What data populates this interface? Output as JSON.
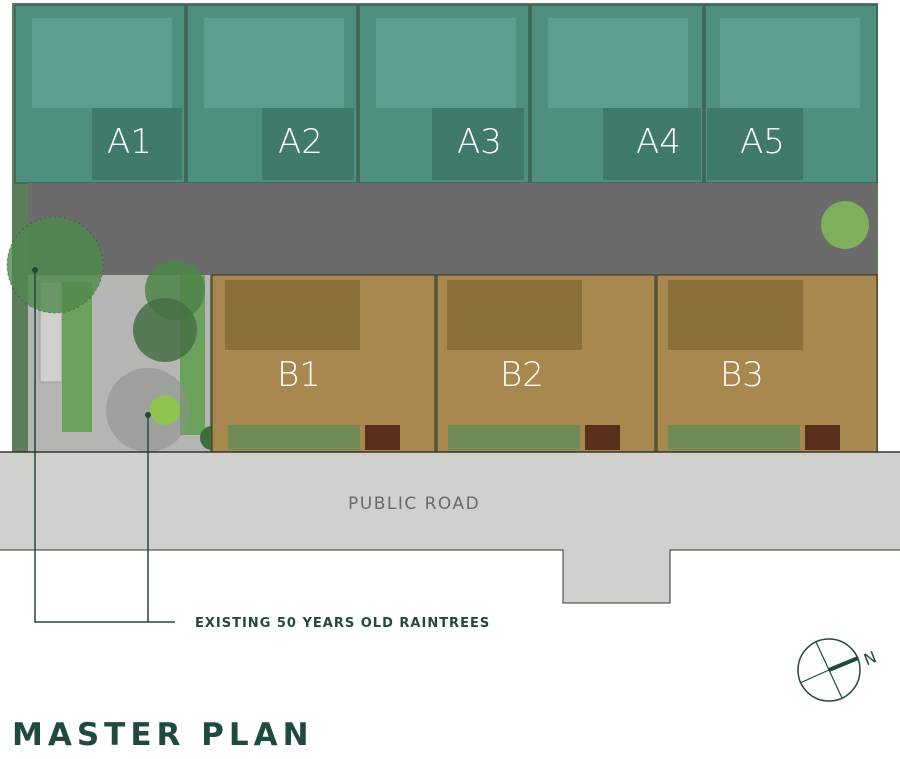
{
  "title": "MASTER PLAN",
  "road_label": "PUBLIC ROAD",
  "callout": "EXISTING 50 YEARS OLD RAINTREES",
  "north_label": "N",
  "units_a": [
    "A1",
    "A2",
    "A3",
    "A4",
    "A5"
  ],
  "units_b": [
    "B1",
    "B2",
    "B3"
  ],
  "colors": {
    "a_units": "#4f8f80",
    "b_units": "#a8884e",
    "driveway": "#6b6b6b",
    "road": "#d0d0cd",
    "accent": "#1f4a3f"
  }
}
